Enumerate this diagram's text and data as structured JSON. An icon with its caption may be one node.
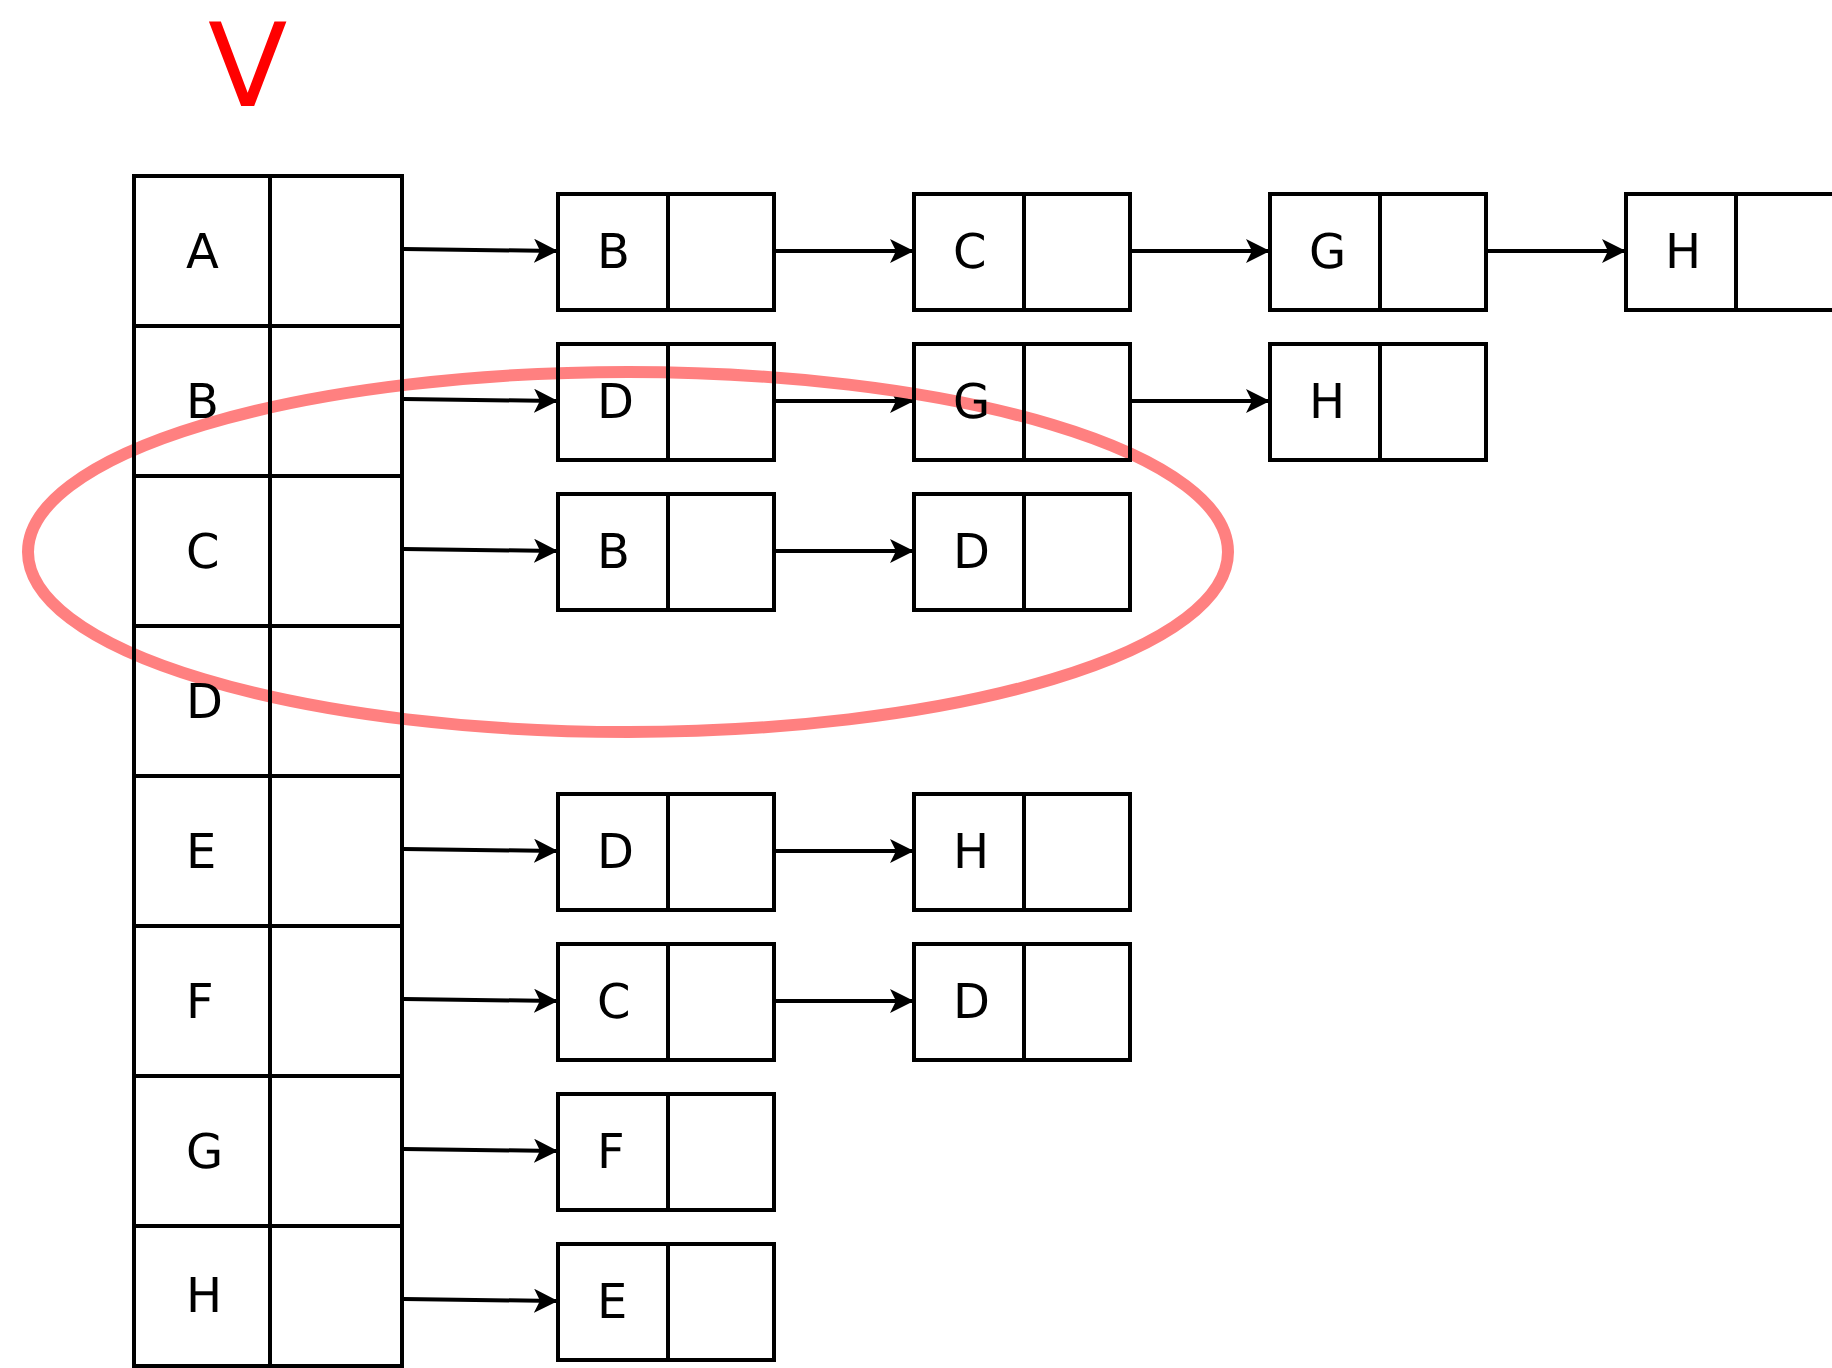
{
  "diagram": {
    "nodes": [
      {
        "text": [
          "A"
        ]
      },
      {
        "text": [
          "B"
        ]
      },
      {
        "text": [
          "C"
        ]
      },
      {
        "text": [
          "D"
        ]
      },
      {
        "text": [
          "E"
        ]
      },
      {
        "text": [
          "F"
        ]
      },
      {
        "text": [
          "G"
        ]
      },
      {
        "text": [
          "H"
        ]
      },
      {
        "text": [
          "B"
        ]
      },
      {
        "text": [
          "C"
        ]
      },
      {
        "text": [
          "G"
        ]
      },
      {
        "text": [
          "H"
        ]
      },
      {
        "text": [
          "D"
        ]
      },
      {
        "text": [
          "G"
        ]
      },
      {
        "text": [
          "H"
        ]
      },
      {
        "text": [
          "B"
        ]
      },
      {
        "text": [
          "D"
        ]
      },
      {
        "text": [
          "D"
        ]
      },
      {
        "text": [
          "H"
        ]
      },
      {
        "text": [
          "C"
        ]
      },
      {
        "text": [
          "D"
        ]
      },
      {
        "text": [
          "F"
        ]
      },
      {
        "text": [
          "E"
        ]
      }
    ],
    "edges": [
      {
        "from": 0,
        "to": 8,
        "arrow": "to"
      },
      {
        "from": 8,
        "to": 9,
        "arrow": "to"
      },
      {
        "from": 9,
        "to": 10,
        "arrow": "to"
      },
      {
        "from": 10,
        "to": 11,
        "arrow": "to"
      },
      {
        "from": 1,
        "to": 12,
        "arrow": "to"
      },
      {
        "from": 12,
        "to": 13,
        "arrow": "to"
      },
      {
        "from": 13,
        "to": 14,
        "arrow": "to"
      },
      {
        "from": 2,
        "to": 15,
        "arrow": "to"
      },
      {
        "from": 15,
        "to": 16,
        "arrow": "to"
      },
      {
        "from": 4,
        "to": 17,
        "arrow": "to"
      },
      {
        "from": 17,
        "to": 18,
        "arrow": "to"
      },
      {
        "from": 5,
        "to": 19,
        "arrow": "to"
      },
      {
        "from": 19,
        "to": 20,
        "arrow": "to"
      },
      {
        "from": 6,
        "to": 21,
        "arrow": "to"
      },
      {
        "from": 7,
        "to": 22,
        "arrow": "to"
      }
    ],
    "labels": [
      "V"
    ]
  }
}
